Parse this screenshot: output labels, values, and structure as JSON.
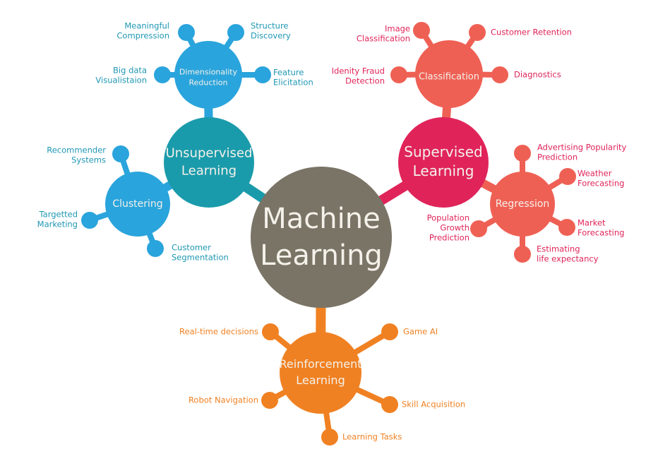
{
  "title": "Machine Learning",
  "colors": {
    "root": "#7a7466",
    "unsupervised": "#1a9bab",
    "dimensionality": "#2aa4dc",
    "clustering": "#2aa4dc",
    "unsupervised_text": "#1f97b3",
    "supervised": "#e0245a",
    "classification": "#ef6054",
    "regression": "#ef6054",
    "supervised_text": "#e0245a",
    "reinforcement": "#f08122",
    "reinforcement_text": "#f08122"
  },
  "root": {
    "lines": [
      "Machine",
      "Learning"
    ]
  },
  "branches": {
    "unsupervised": {
      "lines": [
        "Unsupervised",
        "Learning"
      ],
      "subs": {
        "dimensionality": {
          "lines": [
            "Dimensionality",
            "Reduction"
          ],
          "leaves": [
            {
              "lines": [
                "Meaningful",
                "Compression"
              ]
            },
            {
              "lines": [
                "Structure",
                "Discovery"
              ]
            },
            {
              "lines": [
                "Big data",
                "Visualistaion"
              ]
            },
            {
              "lines": [
                "Feature",
                "Elicitation"
              ]
            }
          ]
        },
        "clustering": {
          "lines": [
            "Clustering"
          ],
          "leaves": [
            {
              "lines": [
                "Recommender",
                "Systems"
              ]
            },
            {
              "lines": [
                "Targetted",
                "Marketing"
              ]
            },
            {
              "lines": [
                "Customer",
                "Segmentation"
              ]
            }
          ]
        }
      }
    },
    "supervised": {
      "lines": [
        "Supervised",
        "Learning"
      ],
      "subs": {
        "classification": {
          "lines": [
            "Classification"
          ],
          "leaves": [
            {
              "lines": [
                "Image",
                "Classification"
              ]
            },
            {
              "lines": [
                "Customer Retention"
              ]
            },
            {
              "lines": [
                "Idenity Fraud",
                "Detection"
              ]
            },
            {
              "lines": [
                "Diagnostics"
              ]
            }
          ]
        },
        "regression": {
          "lines": [
            "Regression"
          ],
          "leaves": [
            {
              "lines": [
                "Advertising Popularity",
                "Prediction"
              ]
            },
            {
              "lines": [
                "Weather",
                "Forecasting"
              ]
            },
            {
              "lines": [
                "Population",
                "Growth",
                "Prediction"
              ]
            },
            {
              "lines": [
                "Market",
                "Forecasting"
              ]
            },
            {
              "lines": [
                "Estimating",
                "life expectancy"
              ]
            }
          ]
        }
      }
    },
    "reinforcement": {
      "lines": [
        "Reinforcement",
        "Learning"
      ],
      "leaves": [
        {
          "lines": [
            "Real-time decisions"
          ]
        },
        {
          "lines": [
            "Game AI"
          ]
        },
        {
          "lines": [
            "Robot Navigation"
          ]
        },
        {
          "lines": [
            "Skill Acquisition"
          ]
        },
        {
          "lines": [
            "Learning Tasks"
          ]
        }
      ]
    }
  }
}
